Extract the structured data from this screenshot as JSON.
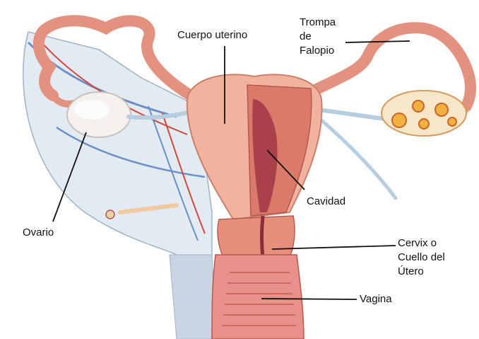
{
  "labels": {
    "cuerpo_uterino": "Cuerpo uterino",
    "trompa": [
      "Trompa",
      "de",
      "Falopio"
    ],
    "cavidad": "Cavidad",
    "ovario": "Ovario",
    "cervix": [
      "Cervix o",
      "Cuello del",
      "Útero"
    ],
    "vagina": "Vagina"
  },
  "colors": {
    "uterus_outer": "#f2b39e",
    "uterus_muscle": "#d97a6a",
    "cavity": "#a9404a",
    "ligament": "#dfe7f0",
    "vein": "#6b8fc7",
    "artery": "#d1483c",
    "ovary": "#f4f1ee",
    "leader_line": "#111111"
  }
}
